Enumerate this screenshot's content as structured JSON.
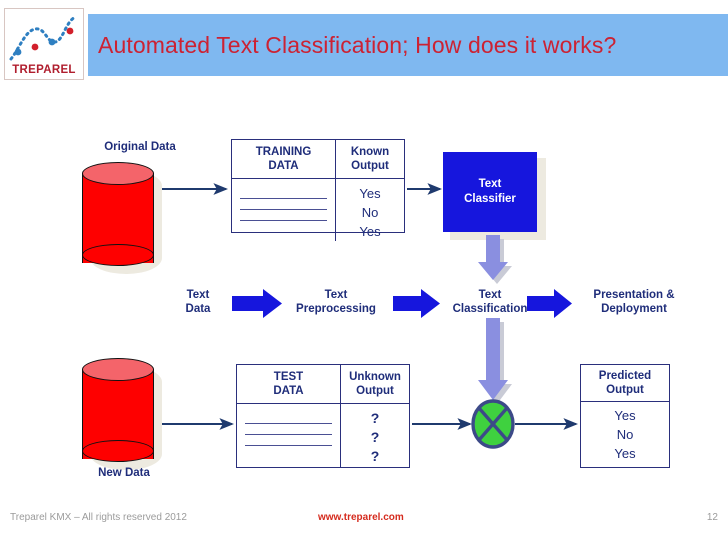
{
  "header": {
    "title": "Automated Text Classification; How does it works?",
    "banner_color": "#7FB8F0",
    "title_color": "#CC2233"
  },
  "logo": {
    "wordmark": "TREPAREL",
    "color": "#B01E2E",
    "dot_blue": "#2E7FC1",
    "dot_red": "#D21F2B"
  },
  "diagram": {
    "original_data_label": "Original Data",
    "new_data_label": "New Data",
    "training_table": {
      "header_left": "TRAINING DATA",
      "header_left_line1": "TRAINING",
      "header_left_line2": "DATA",
      "header_right_line1": "Known",
      "header_right_line2": "Output",
      "values": [
        "Yes",
        "No",
        "Yes"
      ],
      "row_count": 3
    },
    "test_table": {
      "header_left_line1": "TEST",
      "header_left_line2": "DATA",
      "header_right_line1": "Unknown",
      "header_right_line2": "Output",
      "values": [
        "?",
        "?",
        "?"
      ],
      "row_count": 3
    },
    "classifier": {
      "line1": "Text",
      "line2": "Classifier",
      "fill": "#1616DD",
      "text_color": "#ffffff"
    },
    "predicted": {
      "header_line1": "Predicted",
      "header_line2": "Output",
      "values": [
        "Yes",
        "No",
        "Yes"
      ]
    },
    "pipeline": {
      "step1_line1": "Text",
      "step1_line2": "Data",
      "step2_line1": "Text",
      "step2_line2": "Preprocessing",
      "step3_line1": "Text",
      "step3_line2": "Classification",
      "step4_line1": "Presentation &",
      "step4_line2": "Deployment",
      "arrow_color": "#1616DD"
    },
    "junction": {
      "icon": "multiply-x-icon",
      "fill": "#3FD13F",
      "stroke": "#3C4A88"
    },
    "vertical_arrow_color": "#8A8FE0",
    "connector_color": "#1F3A6E",
    "cylinder_color": "#FE0000",
    "table_border_color": "#2A2F7C"
  },
  "footer": {
    "copyright": "Treparel KMX – All rights reserved 2012",
    "url": "www.treparel.com",
    "page_number": "12"
  }
}
